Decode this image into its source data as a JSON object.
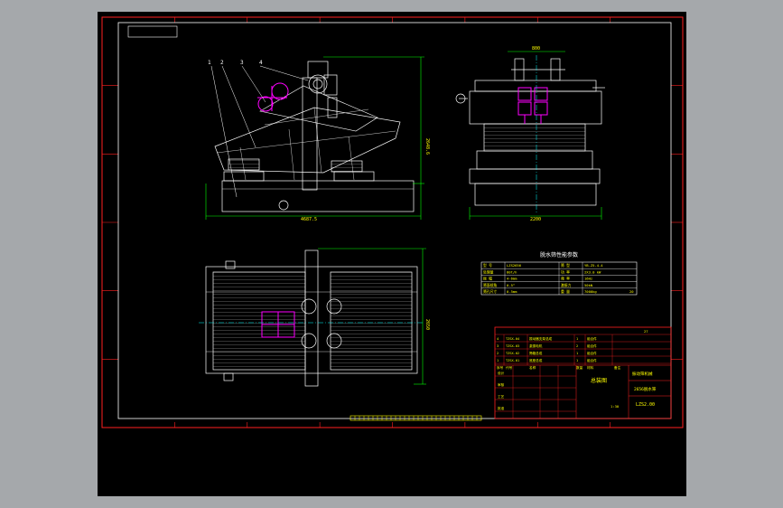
{
  "canvas": {
    "background": "#000000",
    "surround": "#a5a8ab"
  },
  "colors": {
    "frame": "#ff2020",
    "border": "#ffffff",
    "outline": "#ffffff",
    "dimension": "#00ff00",
    "centerline": "#00ffff",
    "highlight": "#ff00ff",
    "annotation": "#ffff00"
  },
  "side_view": {
    "part_numbers": [
      "1",
      "2",
      "3",
      "4"
    ],
    "dim_width": "4687.5",
    "dim_height": "2648.6"
  },
  "end_view": {
    "dim_top": "800",
    "dim_bottom": "2200"
  },
  "plan_view": {
    "dim_right": "2650"
  },
  "params_table": {
    "title": "脱水筛性能参数",
    "rows": [
      [
        "型 号",
        "LZS2656",
        "筛 型",
        "YB-Z5-4-4"
      ],
      [
        "处理量",
        "80t/h",
        "功 率",
        "2X3.0 kW"
      ],
      [
        "振 幅",
        "4-6mm",
        "频 率",
        "16Hz"
      ],
      [
        "筛面倾角",
        "0-5°",
        "激振力",
        "50kN"
      ],
      [
        "筛孔尺寸",
        "0.5mm",
        "重 量",
        "7000kg",
        "20"
      ]
    ]
  },
  "title_block": {
    "parts": [
      [
        "4",
        "TZSX-04",
        "振动器支架总成",
        "1",
        "组合件"
      ],
      [
        "3",
        "TZSX-03",
        "激振电机",
        "2",
        "组合件"
      ],
      [
        "2",
        "TZSX-02",
        "筛箱总成",
        "1",
        "组合件"
      ],
      [
        "1",
        "TZSX-01",
        "底座总成",
        "1",
        "组合件"
      ]
    ],
    "header": [
      "序号",
      "代号",
      "名称",
      "数量",
      "材料",
      "备注"
    ],
    "assembly": "总装图",
    "company": "振动筛机械",
    "product": "2656脱水筛",
    "drawing_no": "LZS2.00",
    "sign_rows": [
      "设计",
      "审核",
      "工艺",
      "批准"
    ],
    "scale": "1:30",
    "sheet_no": "27"
  }
}
